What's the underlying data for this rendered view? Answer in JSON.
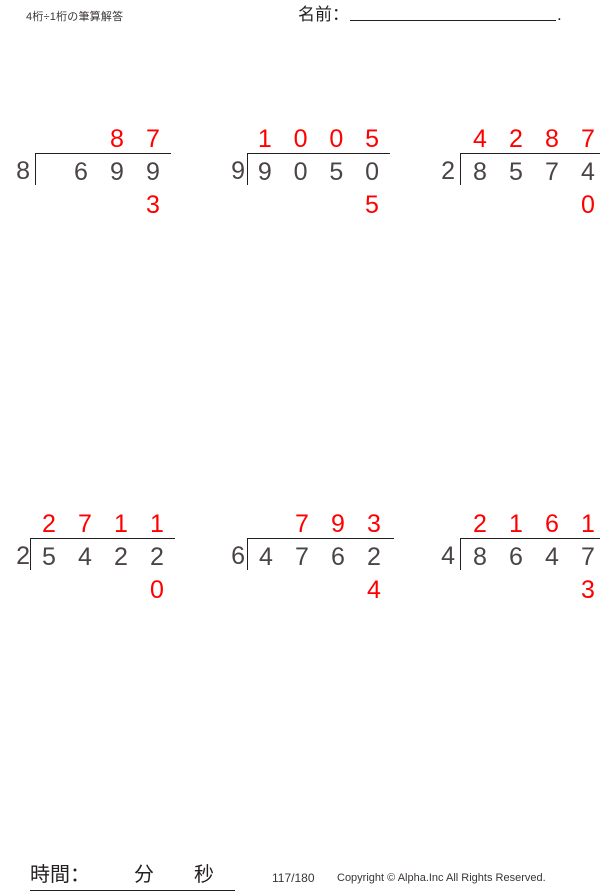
{
  "header": {
    "title": "4桁÷1桁の筆算解答",
    "name_label": "名前：",
    "name_value": "",
    "name_period": "."
  },
  "problems": [
    {
      "id": 1,
      "divisor": "8",
      "dividend_digits": [
        "6",
        "9",
        "9"
      ],
      "quotient_digits": [
        "8",
        "7"
      ],
      "remainder_digits": [
        "3"
      ],
      "dividend": "699",
      "quotient": "87",
      "remainder": "3",
      "expression": "699 ÷ 8 = 87 あまり 3"
    },
    {
      "id": 2,
      "divisor": "9",
      "dividend_digits": [
        "9",
        "0",
        "5",
        "0"
      ],
      "quotient_digits": [
        "1",
        "0",
        "0",
        "5"
      ],
      "remainder_digits": [
        "5"
      ],
      "dividend": "9050",
      "quotient": "1005",
      "remainder": "5",
      "expression": "9050 ÷ 9 = 1005 あまり 5"
    },
    {
      "id": 3,
      "divisor": "2",
      "dividend_digits": [
        "8",
        "5",
        "7",
        "4"
      ],
      "quotient_digits": [
        "4",
        "2",
        "8",
        "7"
      ],
      "remainder_digits": [
        "0"
      ],
      "dividend": "8574",
      "quotient": "4287",
      "remainder": "0",
      "expression": "8574 ÷ 2 = 4287 あまり 0"
    },
    {
      "id": 4,
      "divisor": "2",
      "dividend_digits": [
        "5",
        "4",
        "2",
        "2"
      ],
      "quotient_digits": [
        "2",
        "7",
        "1",
        "1"
      ],
      "remainder_digits": [
        "0"
      ],
      "dividend": "5422",
      "quotient": "2711",
      "remainder": "0",
      "expression": "5422 ÷ 2 = 2711 あまり 0"
    },
    {
      "id": 5,
      "divisor": "6",
      "dividend_digits": [
        "4",
        "7",
        "6",
        "2"
      ],
      "quotient_digits": [
        "7",
        "9",
        "3"
      ],
      "remainder_digits": [
        "4"
      ],
      "dividend": "4762",
      "quotient": "793",
      "remainder": "4",
      "expression": "4762 ÷ 6 = 793 あまり 4"
    },
    {
      "id": 6,
      "divisor": "4",
      "dividend_digits": [
        "8",
        "6",
        "4",
        "7"
      ],
      "quotient_digits": [
        "2",
        "1",
        "6",
        "1"
      ],
      "remainder_digits": [
        "3"
      ],
      "dividend": "8647",
      "quotient": "2161",
      "remainder": "3",
      "expression": "8647 ÷ 4 = 2161 あまり 3"
    }
  ],
  "footer": {
    "time_label": "時間：",
    "minute_unit": "分",
    "second_unit": "秒",
    "page_number": "117/180",
    "copyright": "Copyright © Alpha.Inc All Rights Reserved."
  },
  "colors": {
    "answer_red": "#ff0000",
    "ink_black": "#231f20",
    "digit_gray": "#4a4446"
  }
}
